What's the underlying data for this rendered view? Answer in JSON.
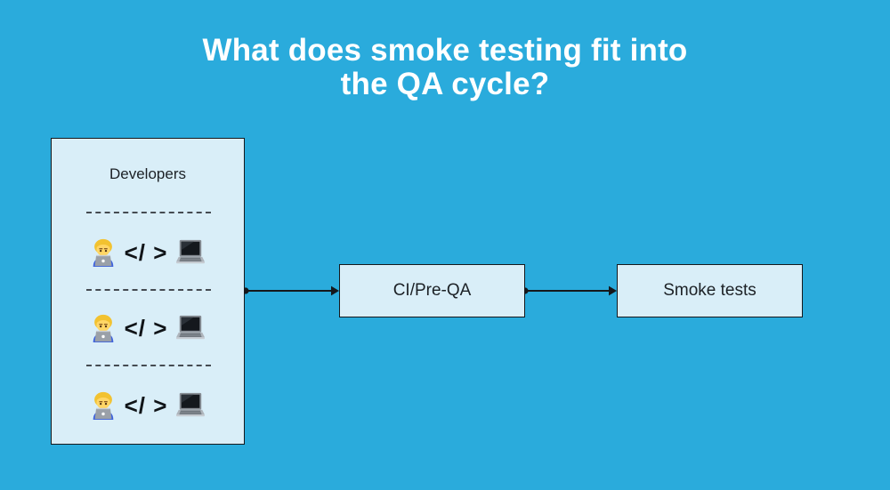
{
  "title": {
    "lines": [
      "What does smoke testing fit into",
      "the QA cycle?"
    ]
  },
  "diagram": {
    "developers": {
      "label": "Developers",
      "rows": [
        {
          "person_icon": "technologist-emoji",
          "code_text": "</ >",
          "computer_icon": "laptop-emoji"
        },
        {
          "person_icon": "technologist-emoji",
          "code_text": "</ >",
          "computer_icon": "laptop-emoji"
        },
        {
          "person_icon": "technologist-emoji",
          "code_text": "</ >",
          "computer_icon": "laptop-emoji"
        }
      ]
    },
    "nodes": [
      {
        "label": "CI/Pre-QA"
      },
      {
        "label": "Smoke tests"
      }
    ],
    "connectors": [
      {
        "from": "Developers",
        "to": "CI/Pre-QA"
      },
      {
        "from": "CI/Pre-QA",
        "to": "Smoke tests"
      }
    ]
  },
  "icons": {
    "technologist": "🧑‍💻",
    "laptop": "💻"
  },
  "colors": {
    "background": "#2aabdc",
    "box_fill": "#d9eef8",
    "box_border": "#15181c",
    "title_color": "#ffffff",
    "text_color": "#1c2126",
    "connector": "#15181c",
    "divider": "#454b52"
  }
}
